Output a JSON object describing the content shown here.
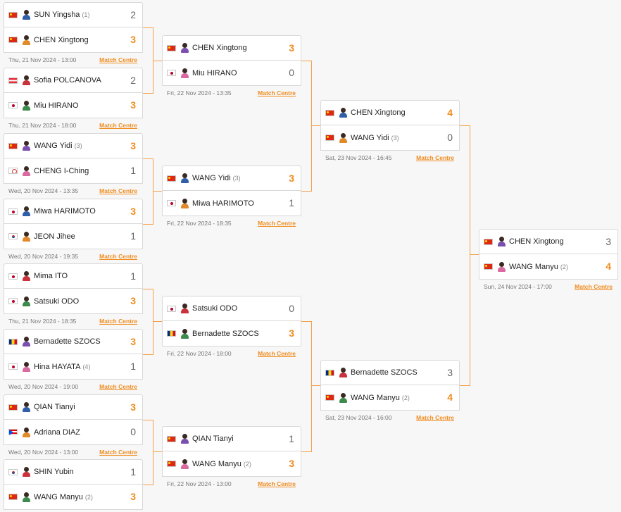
{
  "match_centre_label": "Match Centre",
  "colors": {
    "accent": "#f08c1f",
    "connector": "#f4a04a"
  },
  "matches": [
    {
      "date": "Thu, 21 Nov 2024 - 13:00",
      "players": [
        {
          "name": "SUN Yingsha",
          "seed": "(1)",
          "flag": "cn",
          "score": "2",
          "winner": false
        },
        {
          "name": "CHEN Xingtong",
          "seed": "",
          "flag": "cn",
          "score": "3",
          "winner": true
        }
      ]
    },
    {
      "date": "Thu, 21 Nov 2024 - 18:00",
      "players": [
        {
          "name": "Sofia POLCANOVA",
          "seed": "",
          "flag": "at",
          "score": "2",
          "winner": false
        },
        {
          "name": "Miu HIRANO",
          "seed": "",
          "flag": "jp",
          "score": "3",
          "winner": true
        }
      ]
    },
    {
      "date": "Wed, 20 Nov 2024 - 13:35",
      "players": [
        {
          "name": "WANG Yidi",
          "seed": "(3)",
          "flag": "cn",
          "score": "3",
          "winner": true
        },
        {
          "name": "CHENG I-Ching",
          "seed": "",
          "flag": "tpe",
          "score": "1",
          "winner": false
        }
      ]
    },
    {
      "date": "Wed, 20 Nov 2024 - 19:35",
      "players": [
        {
          "name": "Miwa HARIMOTO",
          "seed": "",
          "flag": "jp",
          "score": "3",
          "winner": true
        },
        {
          "name": "JEON Jihee",
          "seed": "",
          "flag": "kr",
          "score": "1",
          "winner": false
        }
      ]
    },
    {
      "date": "Thu, 21 Nov 2024 - 18:35",
      "players": [
        {
          "name": "Mima ITO",
          "seed": "",
          "flag": "jp",
          "score": "1",
          "winner": false
        },
        {
          "name": "Satsuki ODO",
          "seed": "",
          "flag": "jp",
          "score": "3",
          "winner": true
        }
      ]
    },
    {
      "date": "Wed, 20 Nov 2024 - 19:00",
      "players": [
        {
          "name": "Bernadette SZOCS",
          "seed": "",
          "flag": "ro",
          "score": "3",
          "winner": true
        },
        {
          "name": "Hina HAYATA",
          "seed": "(4)",
          "flag": "jp",
          "score": "1",
          "winner": false
        }
      ]
    },
    {
      "date": "Wed, 20 Nov 2024 - 13:00",
      "players": [
        {
          "name": "QIAN Tianyi",
          "seed": "",
          "flag": "cn",
          "score": "3",
          "winner": true
        },
        {
          "name": "Adriana DIAZ",
          "seed": "",
          "flag": "pr",
          "score": "0",
          "winner": false
        }
      ]
    },
    {
      "date": "",
      "players": [
        {
          "name": "SHIN Yubin",
          "seed": "",
          "flag": "kr",
          "score": "1",
          "winner": false
        },
        {
          "name": "WANG Manyu",
          "seed": "(2)",
          "flag": "cn",
          "score": "3",
          "winner": true
        }
      ]
    },
    {
      "date": "Fri, 22 Nov 2024 - 13:35",
      "players": [
        {
          "name": "CHEN Xingtong",
          "seed": "",
          "flag": "cn",
          "score": "3",
          "winner": true
        },
        {
          "name": "Miu HIRANO",
          "seed": "",
          "flag": "jp",
          "score": "0",
          "winner": false
        }
      ]
    },
    {
      "date": "Fri, 22 Nov 2024 - 18:35",
      "players": [
        {
          "name": "WANG Yidi",
          "seed": "(3)",
          "flag": "cn",
          "score": "3",
          "winner": true
        },
        {
          "name": "Miwa HARIMOTO",
          "seed": "",
          "flag": "jp",
          "score": "1",
          "winner": false
        }
      ]
    },
    {
      "date": "Fri, 22 Nov 2024 - 18:00",
      "players": [
        {
          "name": "Satsuki ODO",
          "seed": "",
          "flag": "jp",
          "score": "0",
          "winner": false
        },
        {
          "name": "Bernadette SZOCS",
          "seed": "",
          "flag": "ro",
          "score": "3",
          "winner": true
        }
      ]
    },
    {
      "date": "Fri, 22 Nov 2024 - 13:00",
      "players": [
        {
          "name": "QIAN Tianyi",
          "seed": "",
          "flag": "cn",
          "score": "1",
          "winner": false
        },
        {
          "name": "WANG Manyu",
          "seed": "(2)",
          "flag": "cn",
          "score": "3",
          "winner": true
        }
      ]
    },
    {
      "date": "Sat, 23 Nov 2024 - 16:45",
      "players": [
        {
          "name": "CHEN Xingtong",
          "seed": "",
          "flag": "cn",
          "score": "4",
          "winner": true
        },
        {
          "name": "WANG Yidi",
          "seed": "(3)",
          "flag": "cn",
          "score": "0",
          "winner": false
        }
      ]
    },
    {
      "date": "Sat, 23 Nov 2024 - 16:00",
      "players": [
        {
          "name": "Bernadette SZOCS",
          "seed": "",
          "flag": "ro",
          "score": "3",
          "winner": false
        },
        {
          "name": "WANG Manyu",
          "seed": "(2)",
          "flag": "cn",
          "score": "4",
          "winner": true
        }
      ]
    },
    {
      "date": "Sun, 24 Nov 2024 - 17:00",
      "players": [
        {
          "name": "CHEN Xingtong",
          "seed": "",
          "flag": "cn",
          "score": "3",
          "winner": false
        },
        {
          "name": "WANG Manyu",
          "seed": "(2)",
          "flag": "cn",
          "score": "4",
          "winner": true
        }
      ]
    }
  ]
}
